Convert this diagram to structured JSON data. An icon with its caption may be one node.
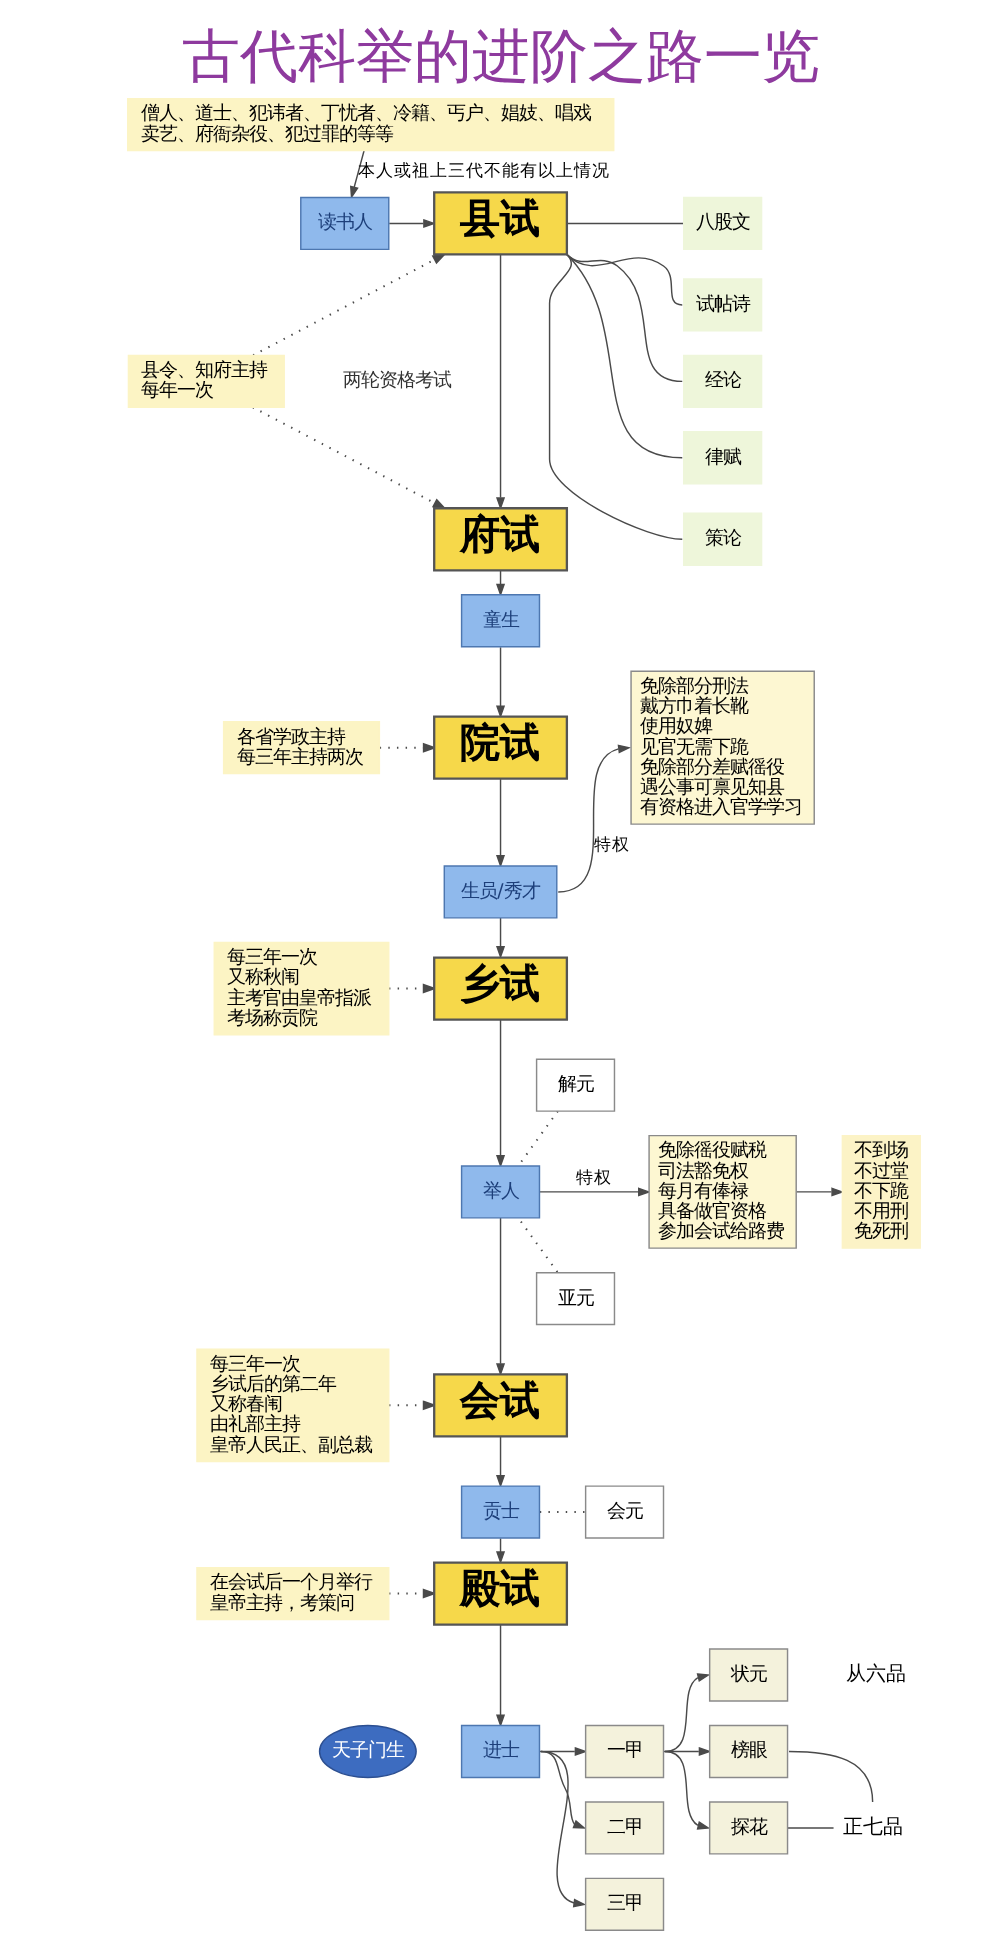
{
  "diagram": {
    "title": "古代科举的进阶之路一览",
    "nodes": [
      {
        "text": [
          "僧人、道士、犯讳者、丁忧者、冷籍、丐户、娼妓、唱戏卖艺、府衙杂役、犯过罪的等等"
        ]
      },
      {
        "text": [
          "读书人"
        ]
      },
      {
        "text": [
          "县试"
        ]
      },
      {
        "text": [
          "县令、知府主持",
          "每年一次"
        ]
      },
      {
        "text": [
          "府试"
        ]
      },
      {
        "text": [
          "八股文"
        ]
      },
      {
        "text": [
          "试帖诗"
        ]
      },
      {
        "text": [
          "经论"
        ]
      },
      {
        "text": [
          "律赋"
        ]
      },
      {
        "text": [
          "策论"
        ]
      },
      {
        "text": [
          "童生"
        ]
      },
      {
        "text": [
          "院试"
        ]
      },
      {
        "text": [
          "各省学政主持",
          "每三年主持两次"
        ]
      },
      {
        "text": [
          "生员/秀才"
        ]
      },
      {
        "text": [
          "免除部分刑法",
          "戴方巾着长靴",
          "使用奴婢",
          "见官无需下跪",
          "免除部分差赋徭役",
          "遇公事可禀见知县",
          "有资格进入官学学习"
        ]
      },
      {
        "text": [
          "乡试"
        ]
      },
      {
        "text": [
          "每三年一次",
          "又称秋闱",
          "主考官由皇帝指派",
          "考场称贡院"
        ]
      },
      {
        "text": [
          "举人"
        ]
      },
      {
        "text": [
          "解元"
        ]
      },
      {
        "text": [
          "亚元"
        ]
      },
      {
        "text": [
          "免除徭役赋税",
          "司法豁免权",
          "每月有俸禄",
          "具备做官资格",
          "参加会试给路费"
        ]
      },
      {
        "text": [
          "不到场",
          "不过堂",
          "不下跪",
          "不用刑",
          "免死刑"
        ]
      },
      {
        "text": [
          "会试"
        ]
      },
      {
        "text": [
          "每三年一次",
          "乡试后的第二年",
          "又称春闱",
          "由礼部主持",
          "皇帝人民正、副总裁"
        ]
      },
      {
        "text": [
          "贡士"
        ]
      },
      {
        "text": [
          "会元"
        ]
      },
      {
        "text": [
          "殿试"
        ]
      },
      {
        "text": [
          "在会试后一个月举行",
          "皇帝主持，考策问"
        ]
      },
      {
        "text": [
          "天子门生"
        ]
      },
      {
        "text": [
          "进士"
        ]
      },
      {
        "text": [
          "一甲"
        ]
      },
      {
        "text": [
          "二甲"
        ]
      },
      {
        "text": [
          "三甲"
        ]
      },
      {
        "text": [
          "状元"
        ],
        "beside": [
          "从六品"
        ]
      },
      {
        "text": [
          "榜眼"
        ]
      },
      {
        "text": [
          "探花"
        ]
      },
      {
        "text": [
          "正七品"
        ]
      }
    ],
    "edges": [
      {
        "from": 0,
        "to": 1,
        "arrow": "to",
        "label": "本人或祖上三代不能有以上情况"
      },
      {
        "from": 1,
        "to": 2,
        "arrow": "to"
      },
      {
        "from": 3,
        "to": 2,
        "arrow": "to",
        "style": "dashed"
      },
      {
        "from": 3,
        "to": 4,
        "arrow": "to",
        "style": "dashed"
      },
      {
        "from": 2,
        "to": 4,
        "arrow": "to"
      },
      {
        "from": 2,
        "to": 9,
        "arrow": "none"
      },
      {
        "from": 2,
        "to": 8,
        "arrow": "none"
      },
      {
        "from": 2,
        "to": 7,
        "arrow": "none"
      },
      {
        "from": 2,
        "to": 6,
        "arrow": "none"
      },
      {
        "from": 2,
        "to": 5,
        "arrow": "none"
      },
      {
        "from": 4,
        "to": 10,
        "arrow": "to"
      },
      {
        "from": 10,
        "to": 11,
        "arrow": "to"
      },
      {
        "from": 12,
        "to": 11,
        "arrow": "to",
        "style": "dashed"
      },
      {
        "from": 11,
        "to": 13,
        "arrow": "to"
      },
      {
        "from": 13,
        "to": 14,
        "arrow": "to",
        "label": "特权"
      },
      {
        "from": 13,
        "to": 15,
        "arrow": "to"
      },
      {
        "from": 16,
        "to": 15,
        "arrow": "to",
        "style": "dashed"
      },
      {
        "from": 15,
        "to": 17,
        "arrow": "to"
      },
      {
        "from": 18,
        "to": 17,
        "arrow": "none",
        "style": "dashed"
      },
      {
        "from": 19,
        "to": 17,
        "arrow": "none",
        "style": "dashed"
      },
      {
        "from": 17,
        "to": 20,
        "arrow": "to",
        "label": "特权"
      },
      {
        "from": 20,
        "to": 21,
        "arrow": "to"
      },
      {
        "from": 17,
        "to": 22,
        "arrow": "to"
      },
      {
        "from": 23,
        "to": 22,
        "arrow": "to",
        "style": "dashed"
      },
      {
        "from": 22,
        "to": 24,
        "arrow": "to"
      },
      {
        "from": 24,
        "to": 25,
        "arrow": "none",
        "style": "dashed"
      },
      {
        "from": 24,
        "to": 26,
        "arrow": "to"
      },
      {
        "from": 27,
        "to": 26,
        "arrow": "to",
        "style": "dashed"
      },
      {
        "from": 26,
        "to": 29,
        "arrow": "to"
      },
      {
        "from": 29,
        "to": 30,
        "arrow": "to"
      },
      {
        "from": 29,
        "to": 31,
        "arrow": "to"
      },
      {
        "from": 29,
        "to": 32,
        "arrow": "to"
      },
      {
        "from": 30,
        "to": 33,
        "arrow": "to"
      },
      {
        "from": 30,
        "to": 34,
        "arrow": "to"
      },
      {
        "from": 30,
        "to": 35,
        "arrow": "to"
      },
      {
        "from": 34,
        "to": 36,
        "arrow": "none"
      },
      {
        "from": 35,
        "to": 36,
        "arrow": "none"
      }
    ],
    "labels": [
      "两轮资格考试"
    ]
  }
}
